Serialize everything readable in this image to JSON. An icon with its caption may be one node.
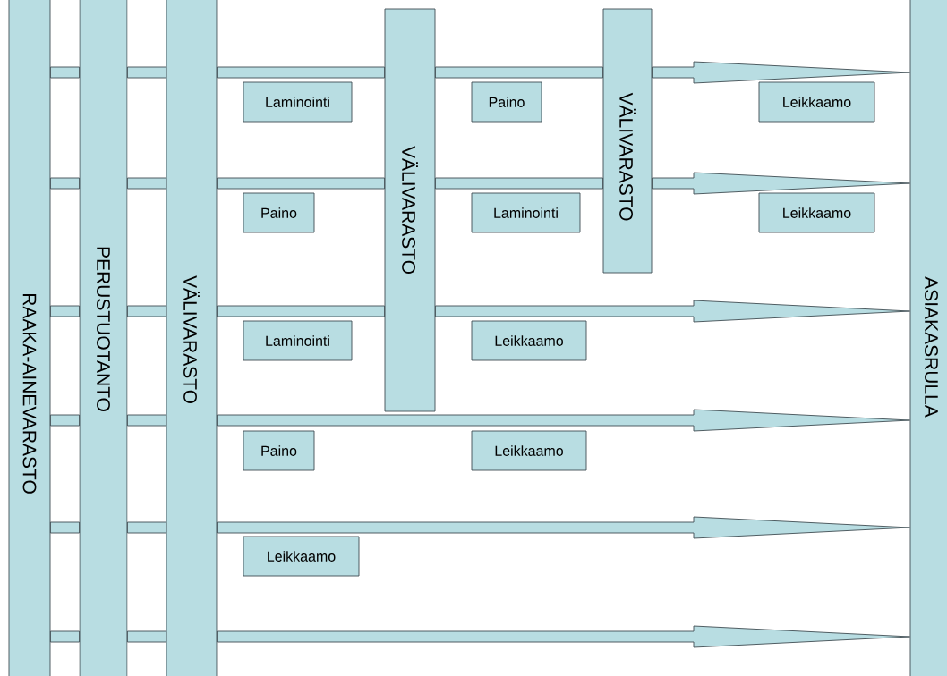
{
  "diagram": {
    "nodes": [
      {
        "text": [
          "RAAKA-AINEVARASTO"
        ]
      },
      {
        "text": [
          "PERUSTUOTANTO"
        ]
      },
      {
        "text": [
          "VÄLIVARASTO"
        ]
      },
      {
        "text": [
          "Laminointi"
        ]
      },
      {
        "text": [
          "Paino"
        ]
      },
      {
        "text": [
          "VÄLIVARASTO"
        ]
      },
      {
        "text": [
          "Paino"
        ]
      },
      {
        "text": [
          "Laminointi"
        ]
      },
      {
        "text": [
          "VÄLIVARASTO"
        ]
      },
      {
        "text": [
          "Leikkaamo"
        ]
      },
      {
        "text": [
          "Leikkaamo"
        ]
      },
      {
        "text": [
          "Laminointi"
        ]
      },
      {
        "text": [
          "Leikkaamo"
        ]
      },
      {
        "text": [
          "Paino"
        ]
      },
      {
        "text": [
          "Leikkaamo"
        ]
      },
      {
        "text": [
          "Leikkaamo"
        ]
      },
      {
        "text": [
          "ASIAKASRULLA"
        ]
      }
    ],
    "edges": [
      {
        "from": 0,
        "to": 1,
        "arrow": "none"
      },
      {
        "from": 1,
        "to": 2,
        "arrow": "none"
      },
      {
        "from": 2,
        "to": 5,
        "arrow": "none"
      },
      {
        "from": 5,
        "to": 8,
        "arrow": "none"
      },
      {
        "from": 8,
        "to": 16,
        "arrow": "to"
      },
      {
        "from": 0,
        "to": 1,
        "arrow": "none"
      },
      {
        "from": 1,
        "to": 2,
        "arrow": "none"
      },
      {
        "from": 2,
        "to": 5,
        "arrow": "none"
      },
      {
        "from": 5,
        "to": 8,
        "arrow": "none"
      },
      {
        "from": 8,
        "to": 16,
        "arrow": "to"
      },
      {
        "from": 0,
        "to": 1,
        "arrow": "none"
      },
      {
        "from": 1,
        "to": 2,
        "arrow": "none"
      },
      {
        "from": 2,
        "to": 5,
        "arrow": "none"
      },
      {
        "from": 5,
        "to": 16,
        "arrow": "to"
      },
      {
        "from": 0,
        "to": 1,
        "arrow": "none"
      },
      {
        "from": 1,
        "to": 2,
        "arrow": "none"
      },
      {
        "from": 2,
        "to": 16,
        "arrow": "to"
      },
      {
        "from": 0,
        "to": 1,
        "arrow": "none"
      },
      {
        "from": 1,
        "to": 2,
        "arrow": "none"
      },
      {
        "from": 2,
        "to": 16,
        "arrow": "to"
      },
      {
        "from": 0,
        "to": 1,
        "arrow": "none"
      },
      {
        "from": 1,
        "to": 2,
        "arrow": "none"
      },
      {
        "from": 2,
        "to": 16,
        "arrow": "to"
      }
    ]
  }
}
